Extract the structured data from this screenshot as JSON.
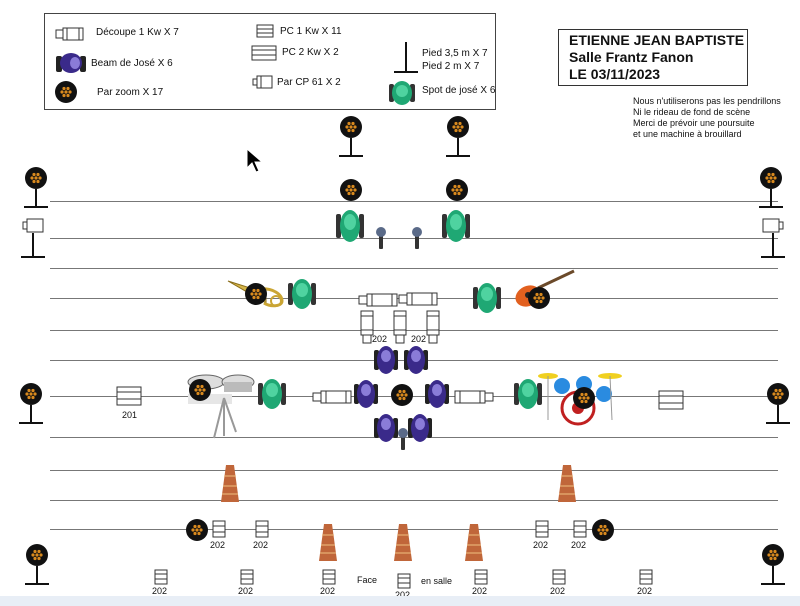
{
  "legend": {
    "decoupe": "Découpe 1 Kw X 7",
    "beam": "Beam de José X 6",
    "par_zoom": "Par zoom X 17",
    "pc1": "PC 1 Kw X 11",
    "pc2": "PC 2 Kw X 2",
    "par_cp61": "Par CP 61 X 2",
    "pied35": "Pied 3,5 m X 7",
    "pied2": "Pied 2 m X 7",
    "spot": "Spot de josé X 6"
  },
  "title": {
    "line1": "ETIENNE JEAN BAPTISTE",
    "line2": "Salle Frantz Fanon",
    "line3": "LE 03/11/2023"
  },
  "notes": {
    "line1": "Nous n'utiliserons pas les pendrillons",
    "line2": "Ni le rideau de fond de scène",
    "line3": "Merci de prévoir une poursuite",
    "line4": "et une machine à brouillard"
  },
  "labels": {
    "l201": "201",
    "l202": "202",
    "face": "Face",
    "en_salle": "en salle"
  },
  "colors": {
    "spot_green": "#1fa874",
    "beam_purple": "#3a2a8a",
    "par_body": "#111111",
    "par_led": "#d98a1e",
    "cone": "#c0663a",
    "line": "#777777"
  }
}
